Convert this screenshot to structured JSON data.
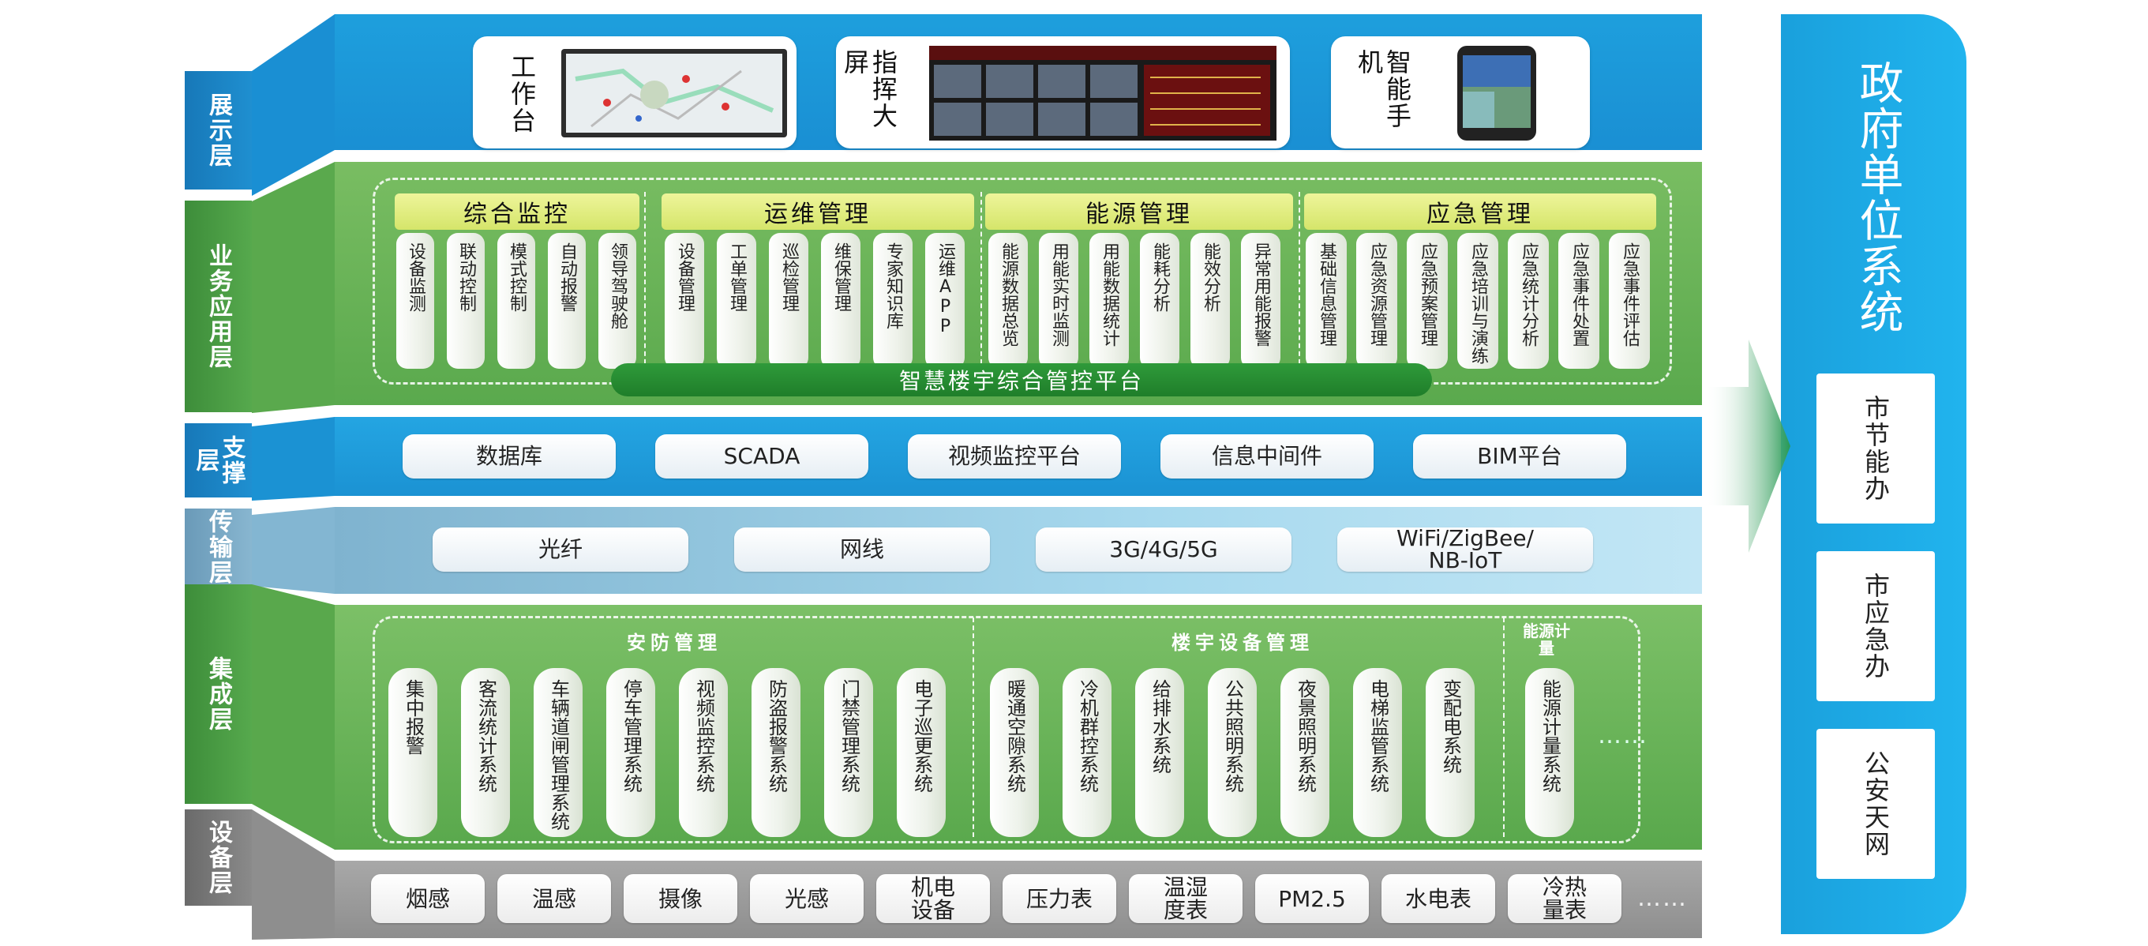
{
  "layers": {
    "display": "展示层",
    "business": "业务应用层",
    "support": "支撑层",
    "transport": "传输层",
    "integration": "集成层",
    "device": "设备层"
  },
  "display": {
    "items": [
      {
        "label": "工作台",
        "icon": "map-tablet-icon"
      },
      {
        "label": "指挥大屏",
        "icon": "video-wall-icon"
      },
      {
        "label": "智能手机",
        "icon": "smartphone-icon"
      }
    ]
  },
  "business": {
    "groups": [
      {
        "title": "综合监控",
        "items": [
          "设备监测",
          "联动控制",
          "模式控制",
          "自动报警",
          "领导驾驶舱"
        ]
      },
      {
        "title": "运维管理",
        "items": [
          "设备管理",
          "工单管理",
          "巡检管理",
          "维保管理",
          "专家知识库",
          "运维APP"
        ]
      },
      {
        "title": "能源管理",
        "items": [
          "能源数据总览",
          "用能实时监测",
          "用能数据统计",
          "能耗分析",
          "能效分析",
          "异常用能报警"
        ]
      },
      {
        "title": "应急管理",
        "items": [
          "基础信息管理",
          "应急资源管理",
          "应急预案管理",
          "应急培训与演练",
          "应急统计分析",
          "应急事件处置",
          "应急事件评估"
        ]
      }
    ],
    "platform": "智慧楼宇综合管控平台"
  },
  "support": {
    "items": [
      "数据库",
      "SCADA",
      "视频监控平台",
      "信息中间件",
      "BIM平台"
    ]
  },
  "transport": {
    "items": [
      "光纤",
      "网线",
      "3G/4G/5G",
      "WiFi/ZigBee/\nNB-IoT"
    ]
  },
  "integration": {
    "groups": [
      {
        "title": "安防管理",
        "items": [
          "集中报警",
          "客流统计系统",
          "车辆道闸管理系统",
          "停车管理系统",
          "视频监控系统",
          "防盗报警系统",
          "门禁管理系统",
          "电子巡更系统"
        ]
      },
      {
        "title": "楼宇设备管理",
        "items": [
          "暖通空隙系统",
          "冷机群控系统",
          "给排水系统",
          "公共照明系统",
          "夜景照明系统",
          "电梯监管系统",
          "变配电系统"
        ]
      },
      {
        "title": "能源计量",
        "items": [
          "能源计量系统"
        ]
      }
    ],
    "more": "……"
  },
  "device": {
    "items": [
      "烟感",
      "温感",
      "摄像",
      "光感",
      "机电\n设备",
      "压力表",
      "温湿\n度表",
      "PM2.5",
      "水电表",
      "冷热\n量表"
    ],
    "more": "……"
  },
  "government": {
    "title": "政府单位系统",
    "items": [
      "市节能办",
      "市应急办",
      "公安天网"
    ]
  },
  "colors": {
    "blue": "#1fa0dc",
    "green": "#5aab4e",
    "grey": "#9a9a9a",
    "lime": "#d9e870"
  }
}
